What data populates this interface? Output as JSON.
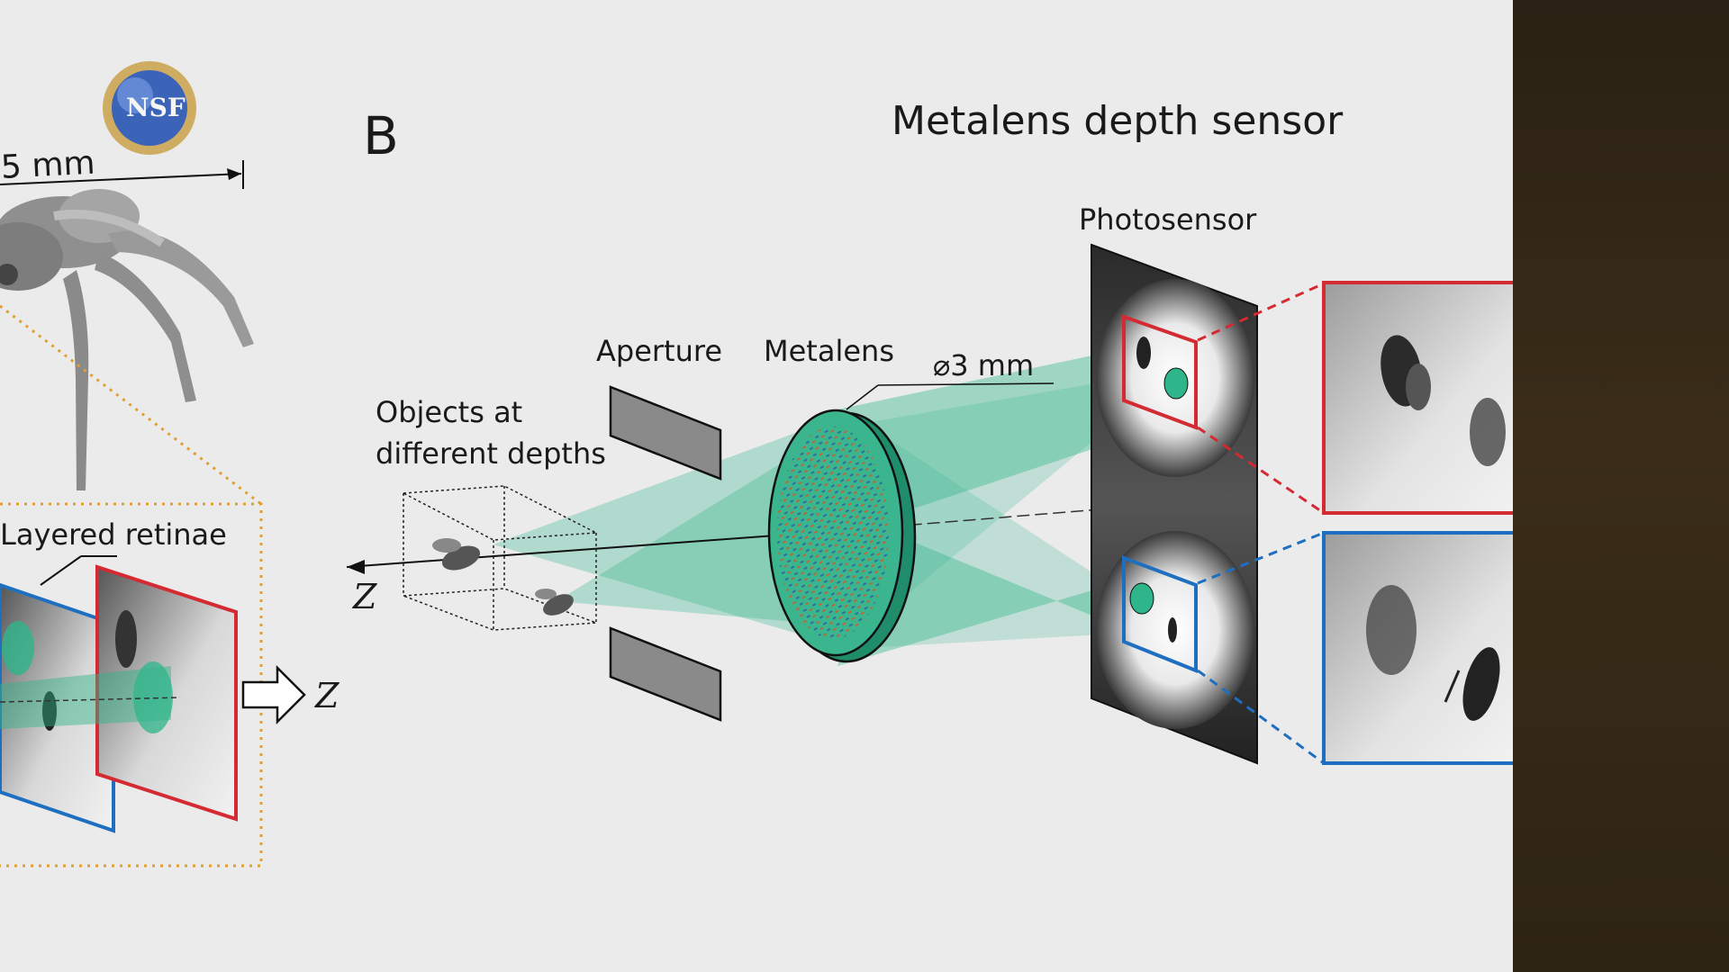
{
  "slide": {
    "panel_label": "B",
    "title": "Metalens depth sensor",
    "logo_text": "NSF",
    "left_panel": {
      "scale_text": "5 mm",
      "retinae_label": "Layered retinae",
      "axis_label": "Z"
    },
    "right_panel": {
      "photosensor_label": "Photosensor",
      "aperture_label": "Aperture",
      "metalens_label": "Metalens",
      "diameter_label": "⌀3 mm",
      "objects_label_line1": "Objects at",
      "objects_label_line2": "different depths",
      "axis_label": "Z"
    }
  },
  "colors": {
    "background": "#ebebeb",
    "beam_green": "#2fb58a",
    "highlight_red": "#d42a32",
    "highlight_blue": "#1f6fc0",
    "dashed_orange": "#e0a030",
    "dark_panel": "#2e2414"
  }
}
